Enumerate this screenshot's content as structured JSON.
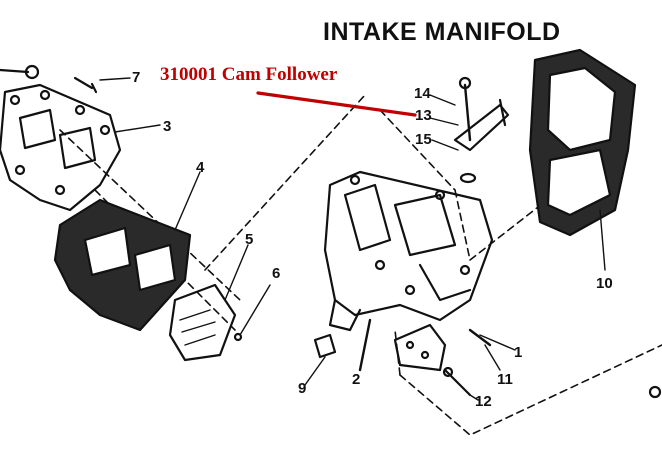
{
  "diagram": {
    "title": "INTAKE MANIFOLD",
    "callout": "310001 Cam Follower",
    "colors": {
      "ink": "#111111",
      "callout": "#c00000"
    },
    "part_numbers": {
      "p1": "1",
      "p2": "2",
      "p3": "3",
      "p4": "4",
      "p5": "5",
      "p6": "6",
      "p7": "7",
      "p9": "9",
      "p10": "10",
      "p11": "11",
      "p12": "12",
      "p13": "13",
      "p14": "14",
      "p15": "15"
    }
  }
}
